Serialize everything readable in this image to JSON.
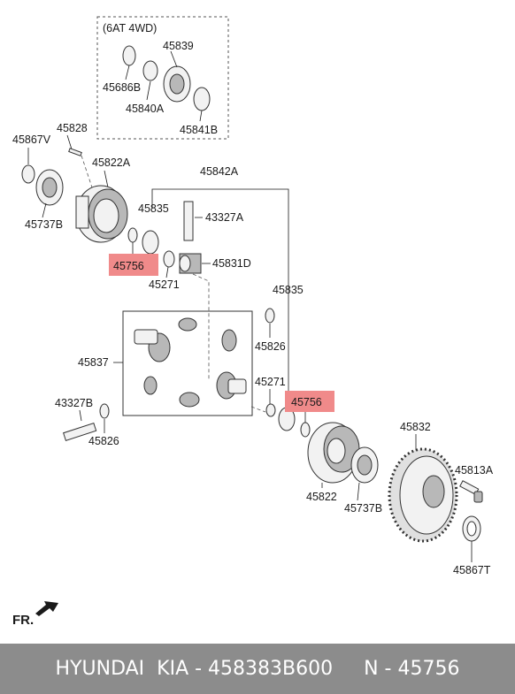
{
  "diagram": {
    "variant_note": "(6AT 4WD)",
    "direction_label": "FR.",
    "highlight_color": "#f08a8a",
    "labels": {
      "p45839": "45839",
      "p45686B": "45686B",
      "p45840A": "45840A",
      "p45841B": "45841B",
      "p45828": "45828",
      "p45867V": "45867V",
      "p45822A": "45822A",
      "p45842A": "45842A",
      "p45737B_top": "45737B",
      "p45835_top": "45835",
      "p43327A": "43327A",
      "p45756_top": "45756",
      "p45831D": "45831D",
      "p45271_top": "45271",
      "p45835_right": "45835",
      "p45826_right": "45826",
      "p45837": "45837",
      "p45271_bottom": "45271",
      "p45756_bottom": "45756",
      "p43327B": "43327B",
      "p45826_bottom": "45826",
      "p45832": "45832",
      "p45813A": "45813A",
      "p45822": "45822",
      "p45737B_bottom": "45737B",
      "p45867T": "45867T"
    }
  },
  "footer": {
    "text": "HYUNDAI  KIA - 458383B600     N - 45756"
  }
}
